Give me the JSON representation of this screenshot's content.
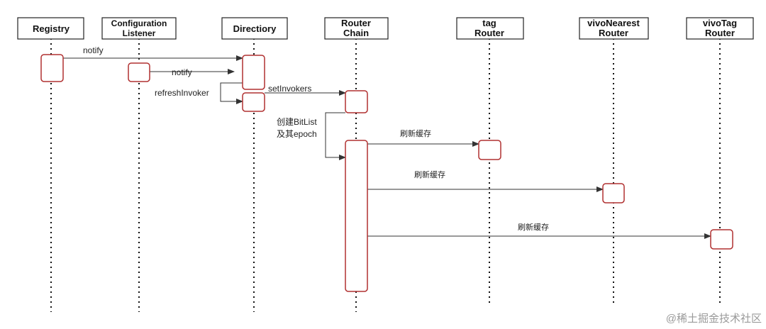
{
  "participants": [
    {
      "id": "registry",
      "lines": [
        "Registry"
      ]
    },
    {
      "id": "configuration-listener",
      "lines": [
        "Configuration",
        "Listener"
      ]
    },
    {
      "id": "directiory",
      "lines": [
        "Directiory"
      ]
    },
    {
      "id": "router-chain",
      "lines": [
        "Router",
        "Chain"
      ]
    },
    {
      "id": "tag-router",
      "lines": [
        "tag",
        "Router"
      ]
    },
    {
      "id": "vivo-nearest-router",
      "lines": [
        "vivoNearest",
        "Router"
      ]
    },
    {
      "id": "vivo-tag-router",
      "lines": [
        "vivoTag",
        "Router"
      ]
    }
  ],
  "messages": {
    "notify_1": "notify",
    "notify_2": "notify",
    "refresh_invoker": "refreshInvoker",
    "set_invokers": "setInvokers",
    "create_bitlist_line1": "创建BitList",
    "create_bitlist_line2": "及其epoch",
    "refresh_cache_tag": "刷新缓存",
    "refresh_cache_nearest": "刷新缓存",
    "refresh_cache_vivotag": "刷新缓存"
  },
  "watermark": "@稀土掘金技术社区",
  "colors": {
    "activation_border": "#b03030",
    "line": "#222222",
    "text": "#111111"
  }
}
